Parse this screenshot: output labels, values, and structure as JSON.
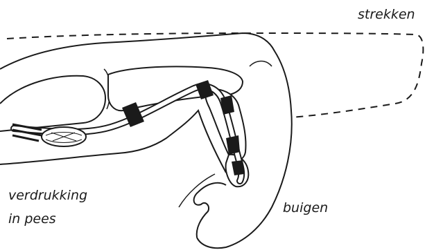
{
  "labels": {
    "extend": "strekken",
    "pinch_line1": "verdrukking",
    "pinch_line2": "in pees",
    "bend": "buigen"
  },
  "colors": {
    "ink": "#1a1a1a",
    "background": "#ffffff"
  }
}
